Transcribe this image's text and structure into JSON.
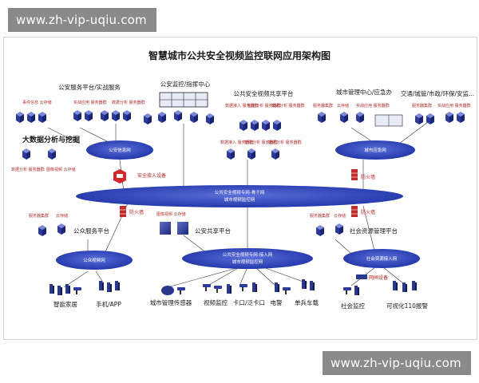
{
  "watermark_top": "www.zh-vip-uqiu.com",
  "watermark_bottom": "www.zh-vip-uqiu.com",
  "title": "智慧城市公共安全视频监控联网应用架构图",
  "groups": {
    "gongan_service": "公安服务平台/实战服务",
    "gongan_monitor": "公安监控/指挥中心",
    "public_video_share": "公共安全视频共享平台",
    "city_mgmt": "城市管理中心/应急办",
    "traffic": "交通/城管/市政/环保/安监...",
    "public_service": "公众服务平台",
    "gongan_share": "公安共享平台",
    "social_resource": "社会资源管理平台"
  },
  "small": {
    "event_storage": "事件信息 云存储",
    "actual_combat": "实战应用 服务器群",
    "cloud_storage": "云存储",
    "server_cluster": "服务器集群",
    "data_access": "数据接入 服务器群",
    "smart_analysis": "智能分析 服务器群",
    "data_analysis": "数据分析 服务器群",
    "video_cloud_storage": "图像视频 云存储",
    "public_service_storage": "服务器集群"
  },
  "big_data": "大数据分析与挖掘",
  "clouds": {
    "gongan_net": "公安信息网",
    "city_net": "城市应急网",
    "backbone_line1": "公共安全视频专网-骨干网",
    "backbone_line2": "城市视频监控网",
    "public_net": "公众视频网",
    "access_line1": "公共安全视频专网-接入网",
    "access_line2": "城市视频监控网",
    "social_net": "社会资源接入网"
  },
  "security": {
    "boundary": "安全接入设备",
    "firewall": "防火墙",
    "gateway": "网闸设备"
  },
  "endpoints": {
    "smart_home": "智能家居",
    "mobile_app": "手机/APP",
    "city_sensor": "城市管理传感器",
    "video_monitor": "视频监控",
    "checkpoint": "卡口/泛卡口",
    "police": "电警",
    "single_soldier": "单兵车载",
    "social_monitor": "社会监控",
    "visual_110": "可视化110报警"
  }
}
